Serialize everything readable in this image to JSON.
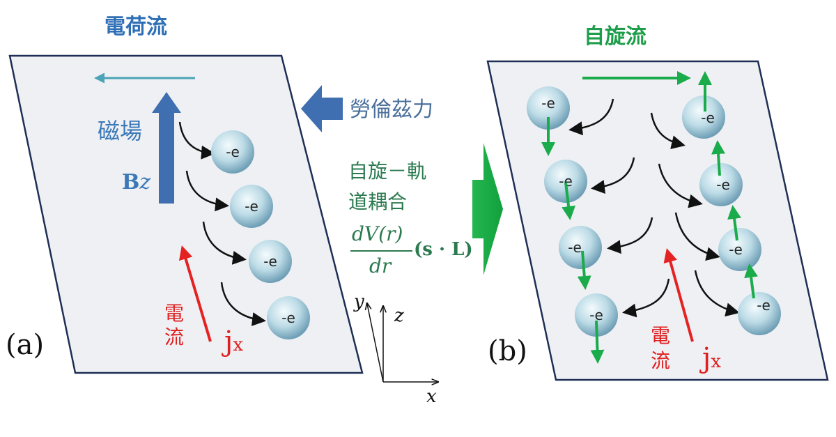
{
  "panel_a": {
    "title": "電荷流",
    "field_label": "磁場",
    "field_symbol_b": "B",
    "field_symbol_z": "z",
    "current_label_1": "電",
    "current_label_2": "流",
    "current_symbol_j": "j",
    "current_symbol_x": "x",
    "panel_letter": "(a)",
    "electron_label": "-e"
  },
  "middle": {
    "force_label": "勞倫茲力",
    "soc_line1": "自旋－軌",
    "soc_line2": "道耦合",
    "formula_num": "dV(r)",
    "formula_den": "dr",
    "formula_op": "(s · L)",
    "axis_x": "x",
    "axis_y": "y",
    "axis_z": "z"
  },
  "panel_b": {
    "title": "自旋流",
    "current_label_1": "電",
    "current_label_2": "流",
    "current_symbol_j": "j",
    "current_symbol_x": "x",
    "panel_letter": "(b)",
    "electron_label": "-e"
  },
  "colors": {
    "panel_fill": "#eef0f4",
    "panel_stroke": "#1f2f55",
    "blue_arrow": "#3f6fb0",
    "teal_arrow": "#4aa3b6",
    "green": "#1aab4a",
    "red": "#e52222",
    "electron_light": "#e8f4f8",
    "electron_dark": "#7fb0c6"
  }
}
